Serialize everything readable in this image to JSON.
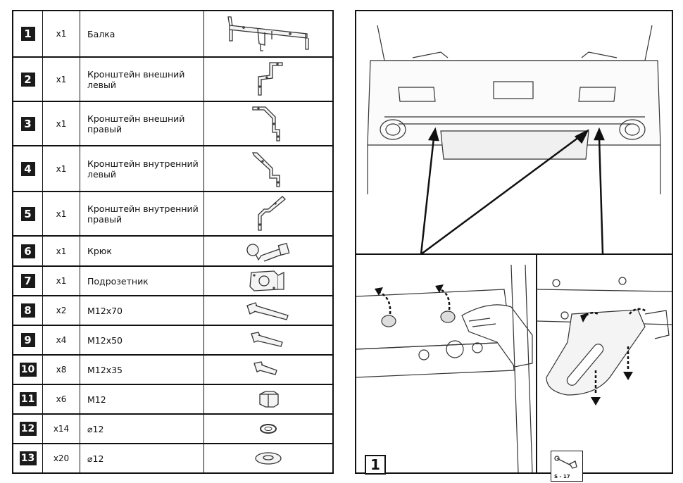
{
  "parts": [
    {
      "num": "1",
      "qty": "x1",
      "name": "Балка",
      "icon": "beam-icon"
    },
    {
      "num": "2",
      "qty": "x1",
      "name": "Кронштейн внешний левый",
      "icon": "bracket-outer-left-icon"
    },
    {
      "num": "3",
      "qty": "x1",
      "name": "Кронштейн внешний правый",
      "icon": "bracket-outer-right-icon"
    },
    {
      "num": "4",
      "qty": "x1",
      "name": "Кронштейн внутренний левый",
      "icon": "bracket-inner-left-icon"
    },
    {
      "num": "5",
      "qty": "x1",
      "name": "Кронштейн внутренний правый",
      "icon": "bracket-inner-right-icon"
    },
    {
      "num": "6",
      "qty": "x1",
      "name": "Крюк",
      "icon": "hook-icon"
    },
    {
      "num": "7",
      "qty": "x1",
      "name": "Подрозетник",
      "icon": "socket-plate-icon"
    },
    {
      "num": "8",
      "qty": "x2",
      "name": "M12x70",
      "icon": "bolt-long-icon"
    },
    {
      "num": "9",
      "qty": "x4",
      "name": "M12x50",
      "icon": "bolt-medium-icon"
    },
    {
      "num": "10",
      "qty": "x8",
      "name": "M12x35",
      "icon": "bolt-short-icon"
    },
    {
      "num": "11",
      "qty": "x6",
      "name": "M12",
      "icon": "nut-icon"
    },
    {
      "num": "12",
      "qty": "x14",
      "name": "⌀12",
      "icon": "spring-washer-icon"
    },
    {
      "num": "13",
      "qty": "x20",
      "name": "⌀12",
      "icon": "flat-washer-icon"
    }
  ],
  "install": {
    "step_number": "1",
    "tool_label": "S - 17",
    "tool_icon": "wrench-icon"
  }
}
